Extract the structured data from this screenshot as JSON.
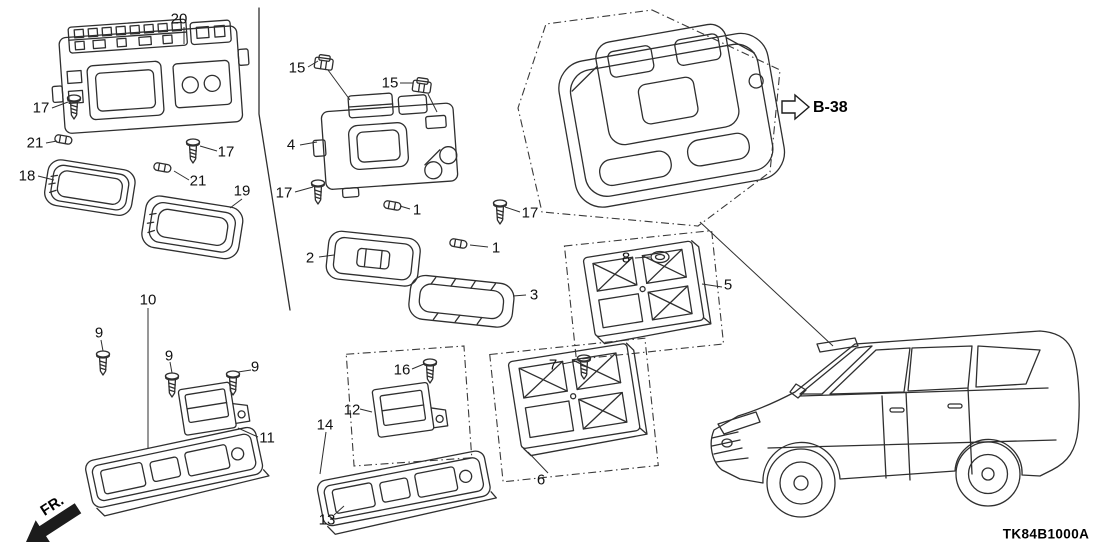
{
  "diagram": {
    "code": "TK84B1000A",
    "reference_label": "B-38",
    "front_label": "FR."
  },
  "colors": {
    "line": "#2f2f2f",
    "background": "#ffffff",
    "text": "#111111"
  },
  "callouts": [
    "20",
    "17",
    "21",
    "18",
    "21",
    "17",
    "19",
    "15",
    "15",
    "4",
    "17",
    "1",
    "2",
    "1",
    "17",
    "3",
    "8",
    "5",
    "7",
    "6",
    "10",
    "9",
    "9",
    "9",
    "11",
    "16",
    "12",
    "14",
    "13"
  ]
}
